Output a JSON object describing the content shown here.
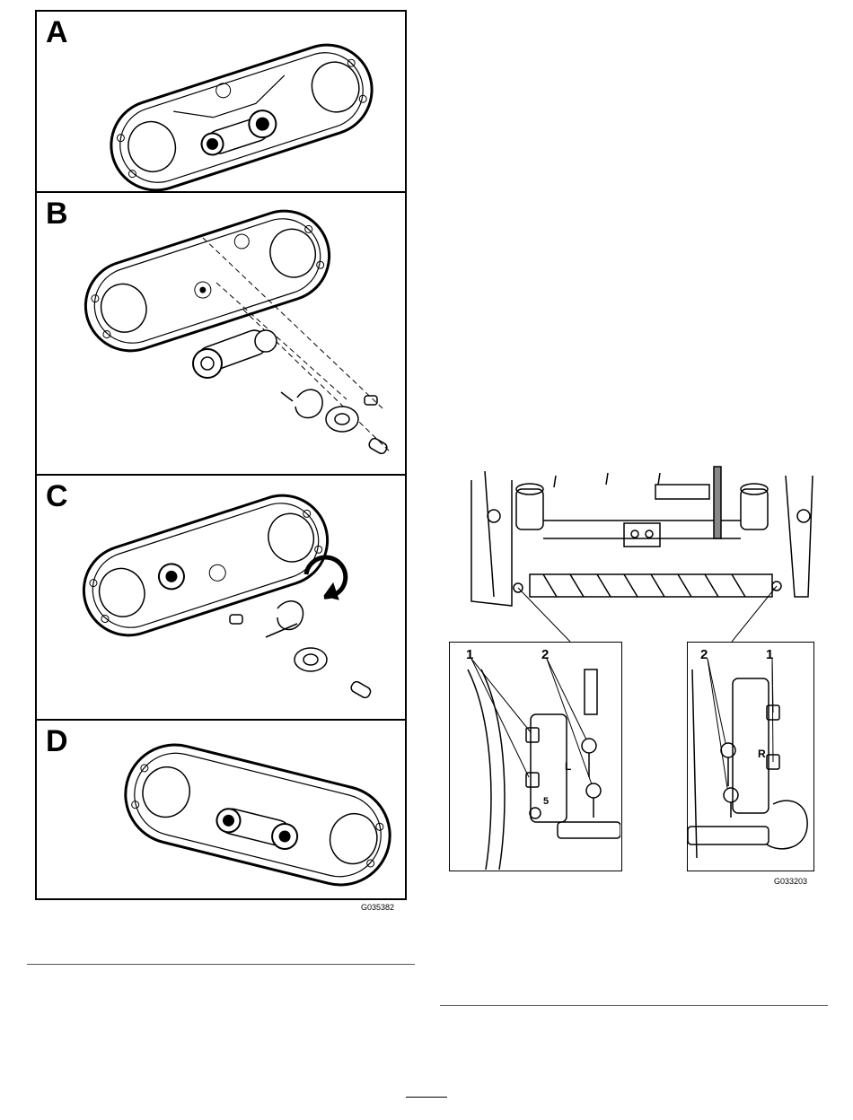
{
  "figure_left": {
    "panels": [
      {
        "letter": "A"
      },
      {
        "letter": "B"
      },
      {
        "letter": "C"
      },
      {
        "letter": "D"
      }
    ],
    "code": "G035382"
  },
  "figure_right": {
    "left_inset": {
      "callouts": [
        "1",
        "2"
      ],
      "side_mark": "L",
      "number_mark": "5"
    },
    "right_inset": {
      "callouts": [
        "2",
        "1"
      ],
      "side_mark": "R"
    },
    "code": "G033203"
  }
}
